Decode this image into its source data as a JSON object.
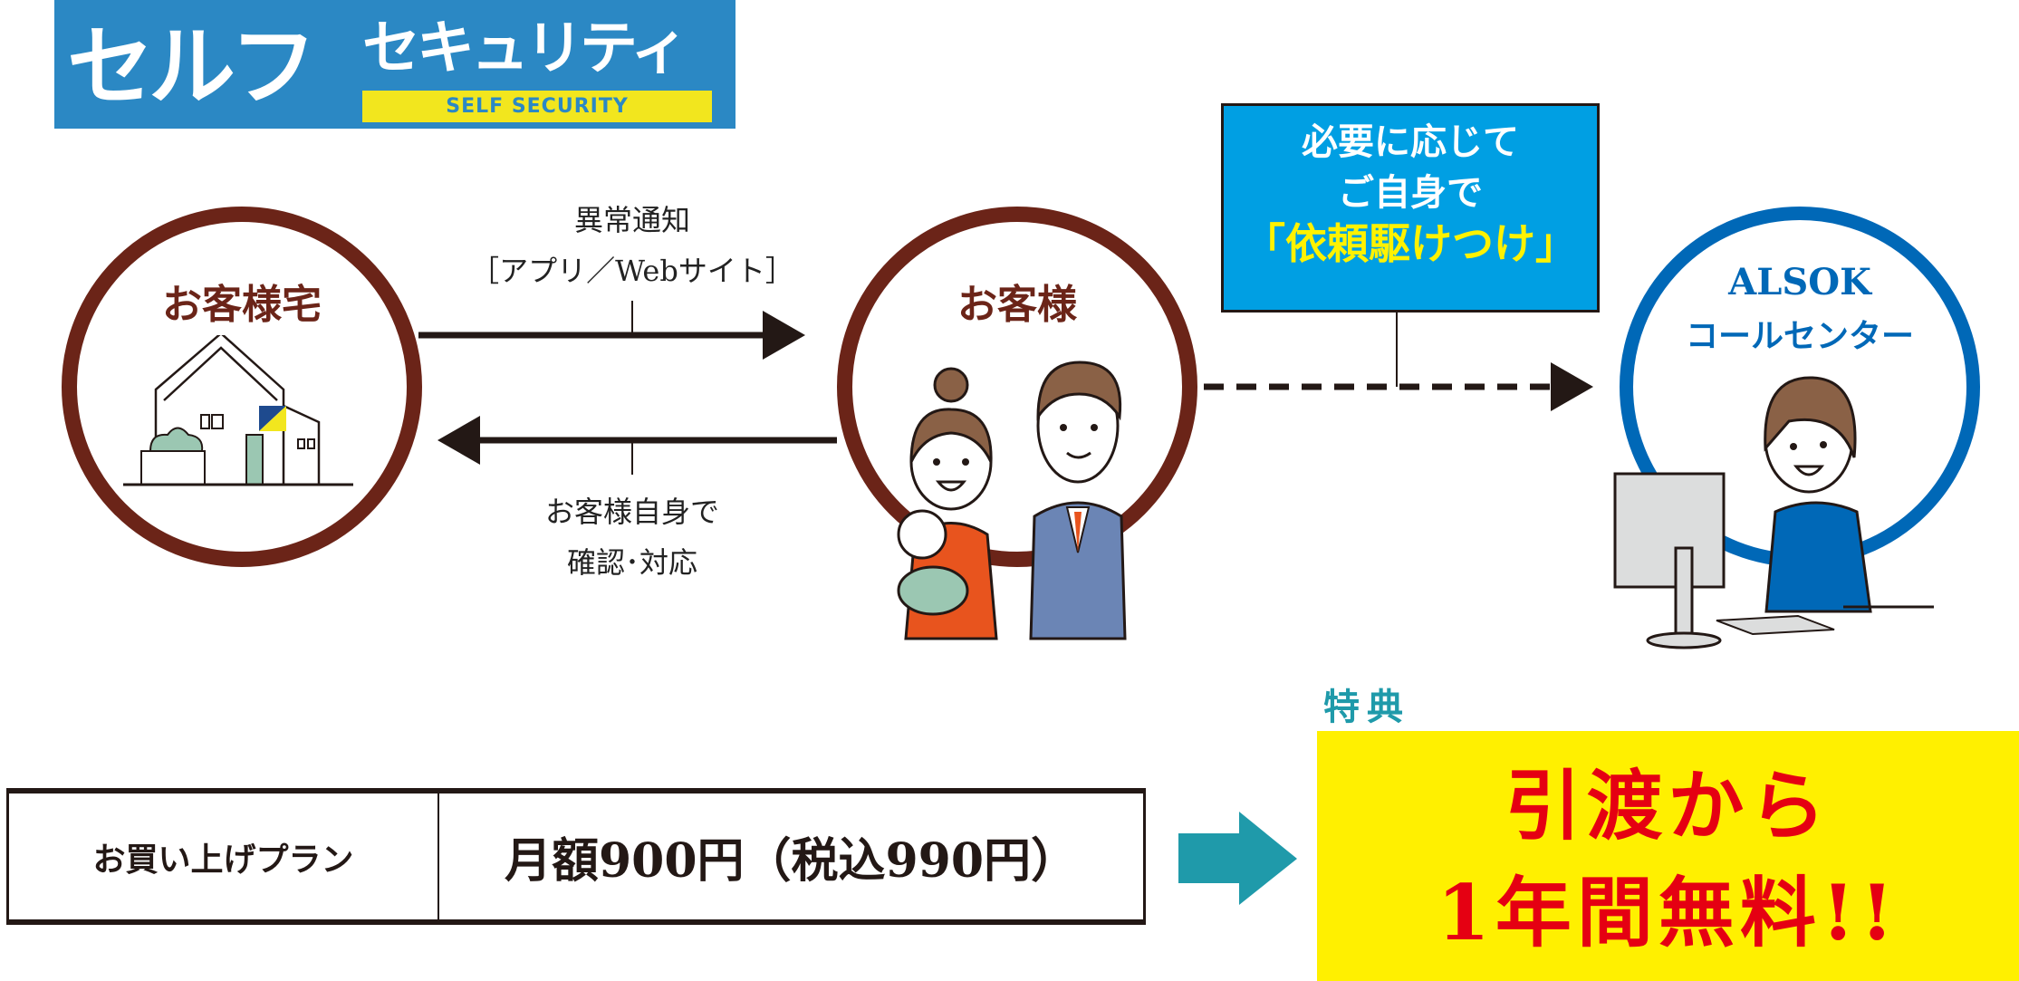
{
  "logo": {
    "main": "セルフ",
    "sub": "セキュリティ",
    "english": "SELF SECURITY",
    "colors": {
      "bg": "#2b88c4",
      "band": "#f2e61e"
    }
  },
  "nodes": {
    "home": {
      "label": "お客様宅",
      "color": "#6b2418"
    },
    "customer": {
      "label": "お客様",
      "color": "#6b2418"
    },
    "center": {
      "label_line1": "ALSOK",
      "label_line2": "コールセンター",
      "color": "#0068b7"
    }
  },
  "arrows": {
    "notify": {
      "line1": "異常通知",
      "line2": "［アプリ／Webサイト］"
    },
    "respond": {
      "line1": "お客様自身で",
      "line2": "確認･対応"
    },
    "dispatch": {
      "line1": "必要に応じて",
      "line2": "ご自身で",
      "line3": "「依頼駆けつけ」"
    }
  },
  "plan": {
    "header": "お買い上げプラン",
    "value": "月額900円（税込990円）"
  },
  "perk": {
    "label": "特典",
    "line1": "引渡から",
    "line2": "1年間無料!!",
    "colors": {
      "bg": "#fff000",
      "text": "#e50012",
      "arrow": "#1f9aaa"
    }
  }
}
